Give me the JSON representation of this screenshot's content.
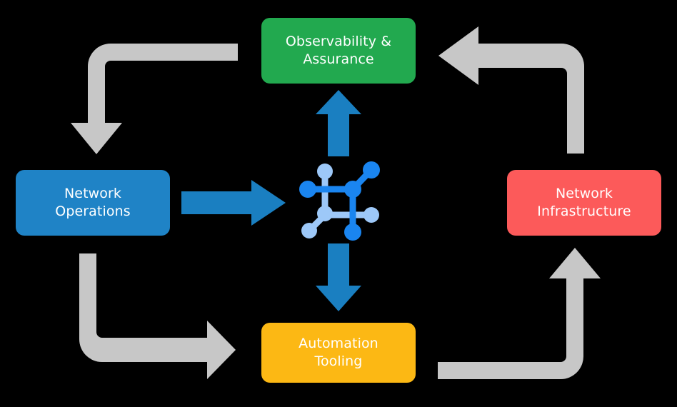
{
  "diagram": {
    "title_visible": false,
    "background_color": "#000000",
    "layout": "cyclic-four-node-with-center-icon",
    "nodes": [
      {
        "id": "observability",
        "label_line1": "Observability &",
        "label_line2": "Assurance",
        "color": "#22a94f",
        "position": "top"
      },
      {
        "id": "operations",
        "label_line1": "Network",
        "label_line2": "Operations",
        "color": "#1f83c6",
        "position": "left"
      },
      {
        "id": "infrastructure",
        "label_line1": "Network",
        "label_line2": "Infrastructure",
        "color": "#fc5a5a",
        "position": "right"
      },
      {
        "id": "automation",
        "label_line1": "Automation",
        "label_line2": "Tooling",
        "color": "#fcb814",
        "position": "bottom"
      }
    ],
    "center_icon": {
      "name": "network-topology-icon",
      "node_color_primary": "#1a85f0",
      "node_color_secondary": "#9dc8f8"
    },
    "connectors": {
      "flow_color": "#1a7fc1",
      "cycle_color": "#c7c7c7",
      "flow_arrows": [
        {
          "id": "operations-to-center",
          "direction": "right"
        },
        {
          "id": "center-to-observability",
          "direction": "up"
        },
        {
          "id": "center-to-automation",
          "direction": "down"
        }
      ],
      "cycle_arrows": [
        {
          "id": "observability-to-operations",
          "direction": "down",
          "corner": "top-left"
        },
        {
          "id": "operations-to-automation",
          "direction": "right",
          "corner": "bottom-left"
        },
        {
          "id": "automation-to-infrastructure",
          "direction": "up",
          "corner": "bottom-right"
        },
        {
          "id": "infrastructure-to-observability",
          "direction": "left",
          "corner": "top-right"
        }
      ]
    }
  }
}
